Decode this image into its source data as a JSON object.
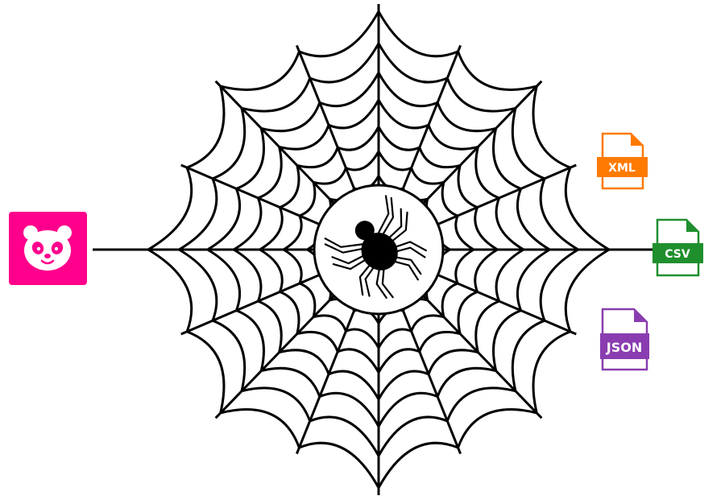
{
  "source": {
    "icon": "panda-logo-icon",
    "color": "#ff008c"
  },
  "crawler": {
    "icon": "spider-icon",
    "web_icon": "spider-web-icon"
  },
  "outputs": [
    {
      "label": "XML",
      "icon": "xml-file-icon",
      "color": "#ff7a00"
    },
    {
      "label": "CSV",
      "icon": "csv-file-icon",
      "color": "#1f8f2e"
    },
    {
      "label": "JSON",
      "icon": "json-file-icon",
      "color": "#8a3db0"
    }
  ]
}
